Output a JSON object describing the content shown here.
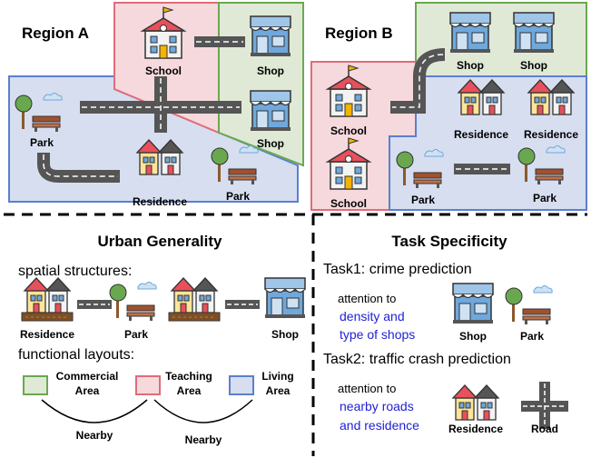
{
  "regions": {
    "a_title": "Region A",
    "b_title": "Region B"
  },
  "map_labels": {
    "school": "School",
    "shop": "Shop",
    "park": "Park",
    "residence": "Residence"
  },
  "generality": {
    "title": "Urban Generality",
    "spatial": "spatial structures:",
    "functional": "functional layouts:",
    "residence": "Residence",
    "park": "Park",
    "shop": "Shop",
    "commercial_1": "Commercial",
    "teaching_1": "Teaching",
    "living_1": "Living",
    "area": "Area",
    "nearby": "Nearby"
  },
  "specificity": {
    "title": "Task Specificity",
    "task1": "Task1: crime prediction",
    "attention": "attention to",
    "t1_line1": "density and",
    "t1_line2": "type of shops",
    "task2": "Task2: traffic crash prediction",
    "t2_line1": "nearby roads",
    "t2_line2": "and residence",
    "shop": "Shop",
    "park": "Park",
    "residence": "Residence",
    "road": "Road"
  },
  "colors": {
    "commercial_fill": "#dfe9d6",
    "commercial_stroke": "#6aa84f",
    "teaching_fill": "#f6d9dd",
    "teaching_stroke": "#e06c7a",
    "living_fill": "#d7def0",
    "living_stroke": "#5b7fd0",
    "highlight_blue": "#1f1fd6"
  }
}
